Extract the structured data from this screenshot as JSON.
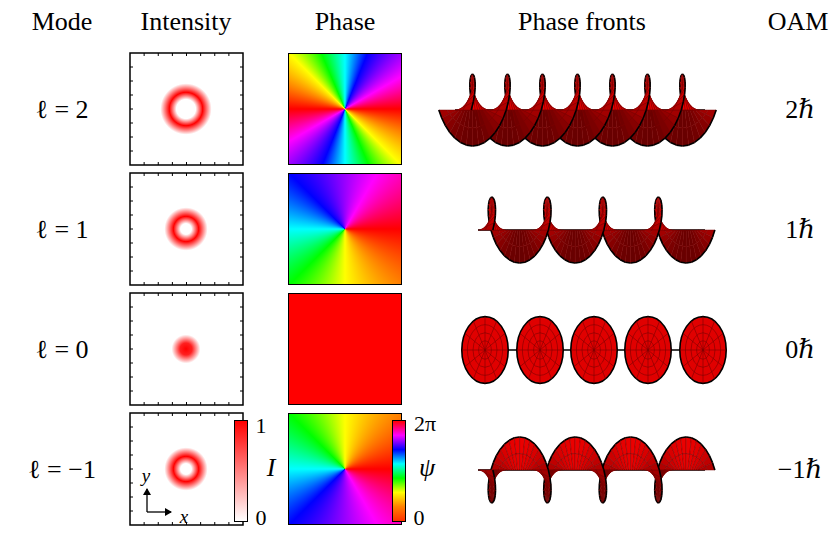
{
  "diagram": {
    "labels": [
      "Mode",
      "Intensity",
      "Phase",
      "Phase fronts",
      "OAM",
      "ℓ = 2",
      "2ℏ",
      "ℓ = 1",
      "1ℏ",
      "ℓ = 0",
      "0ℏ",
      "ℓ = −1",
      "−1ℏ",
      "y",
      "x",
      "1",
      "I",
      "0",
      "2π",
      "ψ",
      "0"
    ]
  }
}
